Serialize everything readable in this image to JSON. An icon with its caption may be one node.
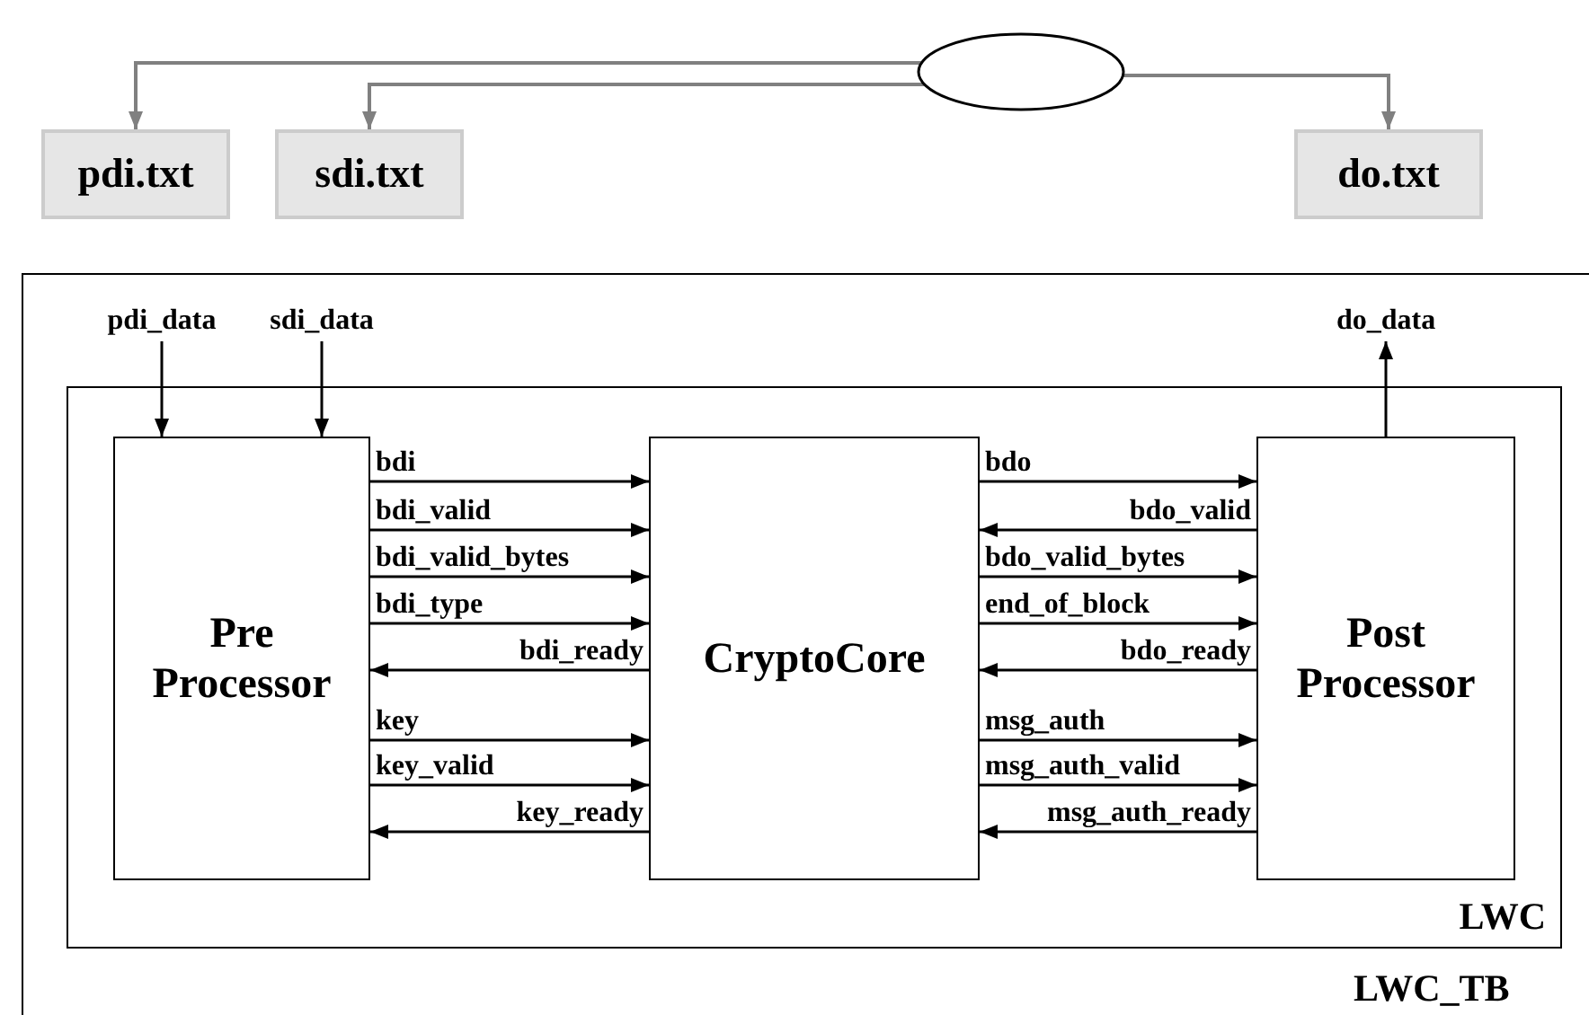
{
  "diagram": {
    "nodes": [
      {
        "text": [],
        "shape": "ellipse"
      },
      {
        "text": [
          "pdi.txt"
        ]
      },
      {
        "text": [
          "sdi.txt"
        ]
      },
      {
        "text": [
          "do.txt"
        ]
      },
      {
        "text": [
          "LWC_TB"
        ]
      },
      {
        "text": [
          "LWC"
        ],
        "in": 4
      },
      {
        "text": [
          "Pre Processor"
        ],
        "in": 5
      },
      {
        "text": [
          "CryptoCore"
        ],
        "in": 5
      },
      {
        "text": [
          "Post Processor"
        ],
        "in": 5
      },
      {
        "text": [
          "pdi_data"
        ],
        "in": 4
      },
      {
        "text": [
          "sdi_data"
        ],
        "in": 4
      },
      {
        "text": [
          "do_data"
        ],
        "in": 4
      }
    ],
    "edges": [
      {
        "from": 0,
        "to": 1,
        "arrow": "to",
        "color": "#808080"
      },
      {
        "from": 0,
        "to": 2,
        "arrow": "to",
        "color": "#808080"
      },
      {
        "from": 0,
        "to": 3,
        "arrow": "to",
        "color": "#808080"
      },
      {
        "from": 9,
        "to": 6,
        "arrow": "to"
      },
      {
        "from": 10,
        "to": 6,
        "arrow": "to"
      },
      {
        "from": 8,
        "to": 11,
        "arrow": "to"
      },
      {
        "from": 6,
        "to": 7,
        "arrow": "to",
        "label": "bdi"
      },
      {
        "from": 6,
        "to": 7,
        "arrow": "to",
        "label": "bdi_valid"
      },
      {
        "from": 6,
        "to": 7,
        "arrow": "to",
        "label": "bdi_valid_bytes"
      },
      {
        "from": 6,
        "to": 7,
        "arrow": "to",
        "label": "bdi_type"
      },
      {
        "from": 7,
        "to": 6,
        "arrow": "to",
        "label": "bdi_ready"
      },
      {
        "from": 6,
        "to": 7,
        "arrow": "to",
        "label": "key"
      },
      {
        "from": 6,
        "to": 7,
        "arrow": "to",
        "label": "key_valid"
      },
      {
        "from": 7,
        "to": 6,
        "arrow": "to",
        "label": "key_ready"
      },
      {
        "from": 7,
        "to": 8,
        "arrow": "to",
        "label": "bdo"
      },
      {
        "from": 8,
        "to": 7,
        "arrow": "to",
        "label": "bdo_valid"
      },
      {
        "from": 7,
        "to": 8,
        "arrow": "to",
        "label": "bdo_valid_bytes"
      },
      {
        "from": 7,
        "to": 8,
        "arrow": "to",
        "label": "end_of_block"
      },
      {
        "from": 8,
        "to": 7,
        "arrow": "to",
        "label": "bdo_ready"
      },
      {
        "from": 7,
        "to": 8,
        "arrow": "to",
        "label": "msg_auth"
      },
      {
        "from": 7,
        "to": 8,
        "arrow": "to",
        "label": "msg_auth_valid"
      },
      {
        "from": 8,
        "to": 7,
        "arrow": "to",
        "label": "msg_auth_ready"
      }
    ]
  }
}
